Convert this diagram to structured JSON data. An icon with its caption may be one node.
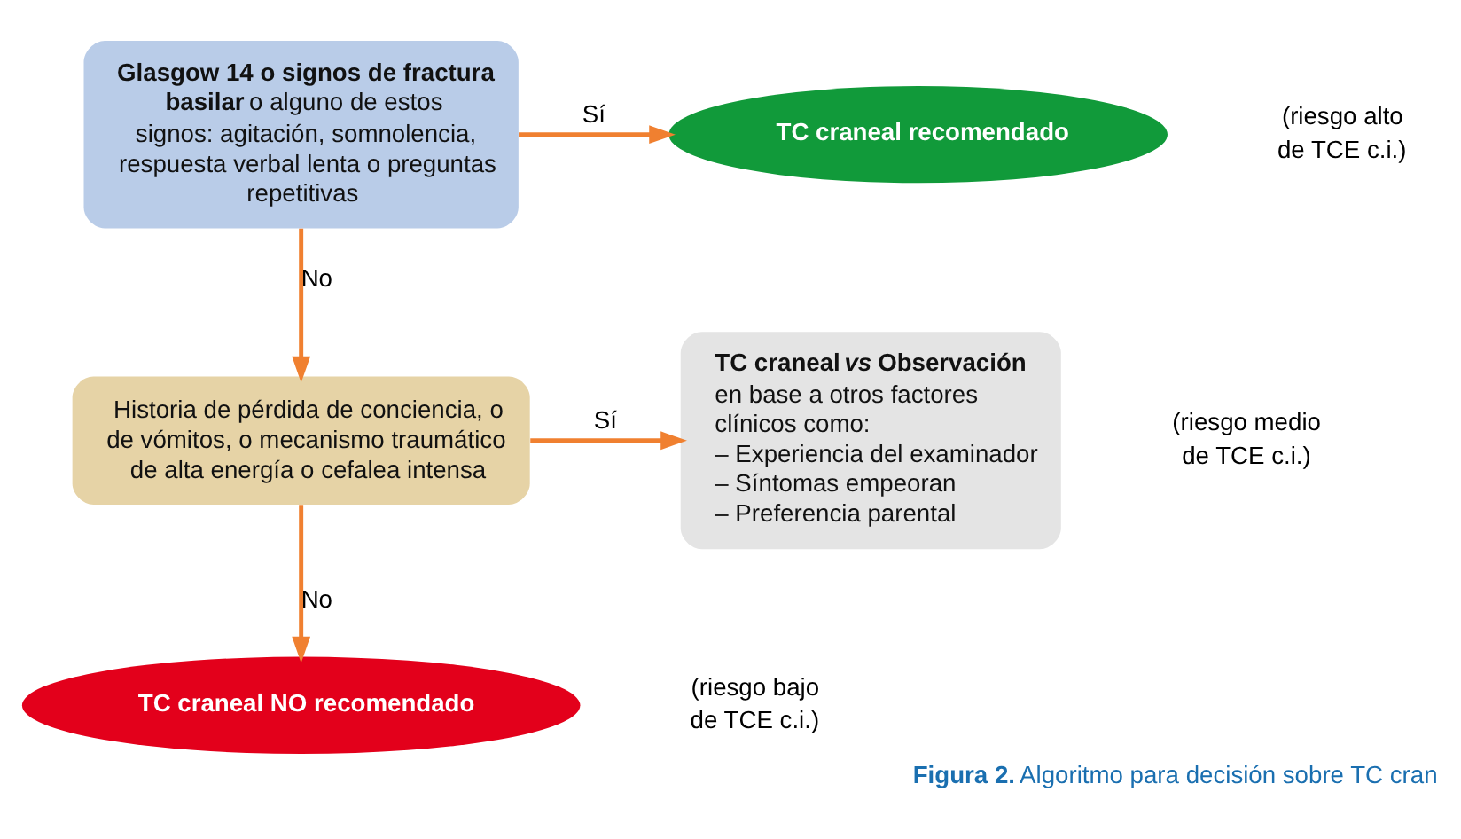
{
  "diagram": {
    "caption": "**Figura 2.** Algoritmo para decisión sobre TC cran",
    "nodes": [
      {
        "text": [
          "**Glasgow 14 o signos de fractura basilar** o alguno de estos signos: agitación, somnolencia, respuesta verbal lenta o preguntas repetitivas"
        ]
      },
      {
        "text": [
          "TC craneal recomendado"
        ]
      },
      {
        "text": [
          "Historia de pérdida de conciencia, o de vómitos, o mecanismo traumático de alta energía o cefalea intensa"
        ]
      },
      {
        "text": [
          "TC craneal *vs* Observación",
          "en base a otros factores clínicos como:",
          "– Experiencia del examinador",
          "– Síntomas empeoran",
          "– Preferencia parental"
        ]
      },
      {
        "text": [
          "TC craneal NO recomendado"
        ]
      }
    ],
    "edges": [
      {
        "from": 0,
        "to": 1,
        "arrow": "to",
        "label": "Sí"
      },
      {
        "from": 0,
        "to": 2,
        "arrow": "to",
        "label": "No"
      },
      {
        "from": 2,
        "to": 3,
        "arrow": "to",
        "label": "Sí"
      },
      {
        "from": 2,
        "to": 4,
        "arrow": "to",
        "label": "No"
      }
    ],
    "labels": [
      "(riesgo alto de TCE c.i.)",
      "(riesgo bajo de TCE c.i.)",
      "(riesgo medio de TCE c.i.)"
    ]
  }
}
